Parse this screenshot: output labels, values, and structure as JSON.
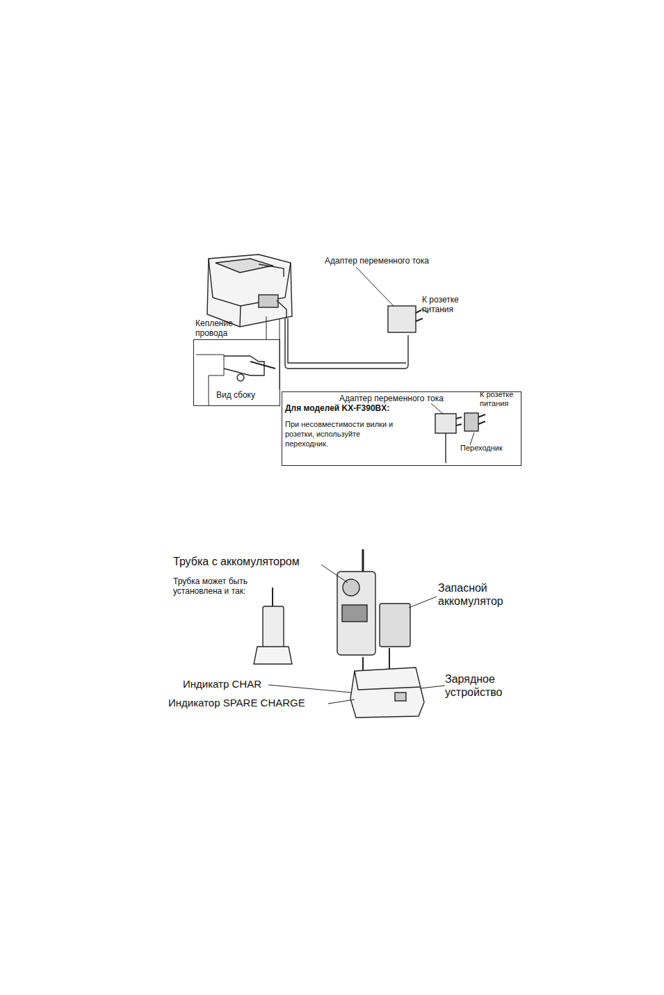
{
  "diagram": {
    "nodes": [
      {
        "text": [
          "Вид сбоку"
        ]
      },
      {
        "text": [
          "Для моделей KX-F390BX:",
          "При несовместимости вилки и розетки, используйте переходник."
        ]
      }
    ],
    "labels": [
      "Адаптер переменного тока",
      "К розетке питания",
      "Кепление провода",
      "Адаптер переменного тока",
      "К розетке питания",
      "Переходник",
      "Трубка с аккомулятором",
      "Трубка может быть установлена и так:",
      "Запасной аккомулятор",
      "Индикатр CHAR",
      "Зарядное устройство",
      "Индикатор SPARE CHARGE"
    ]
  }
}
